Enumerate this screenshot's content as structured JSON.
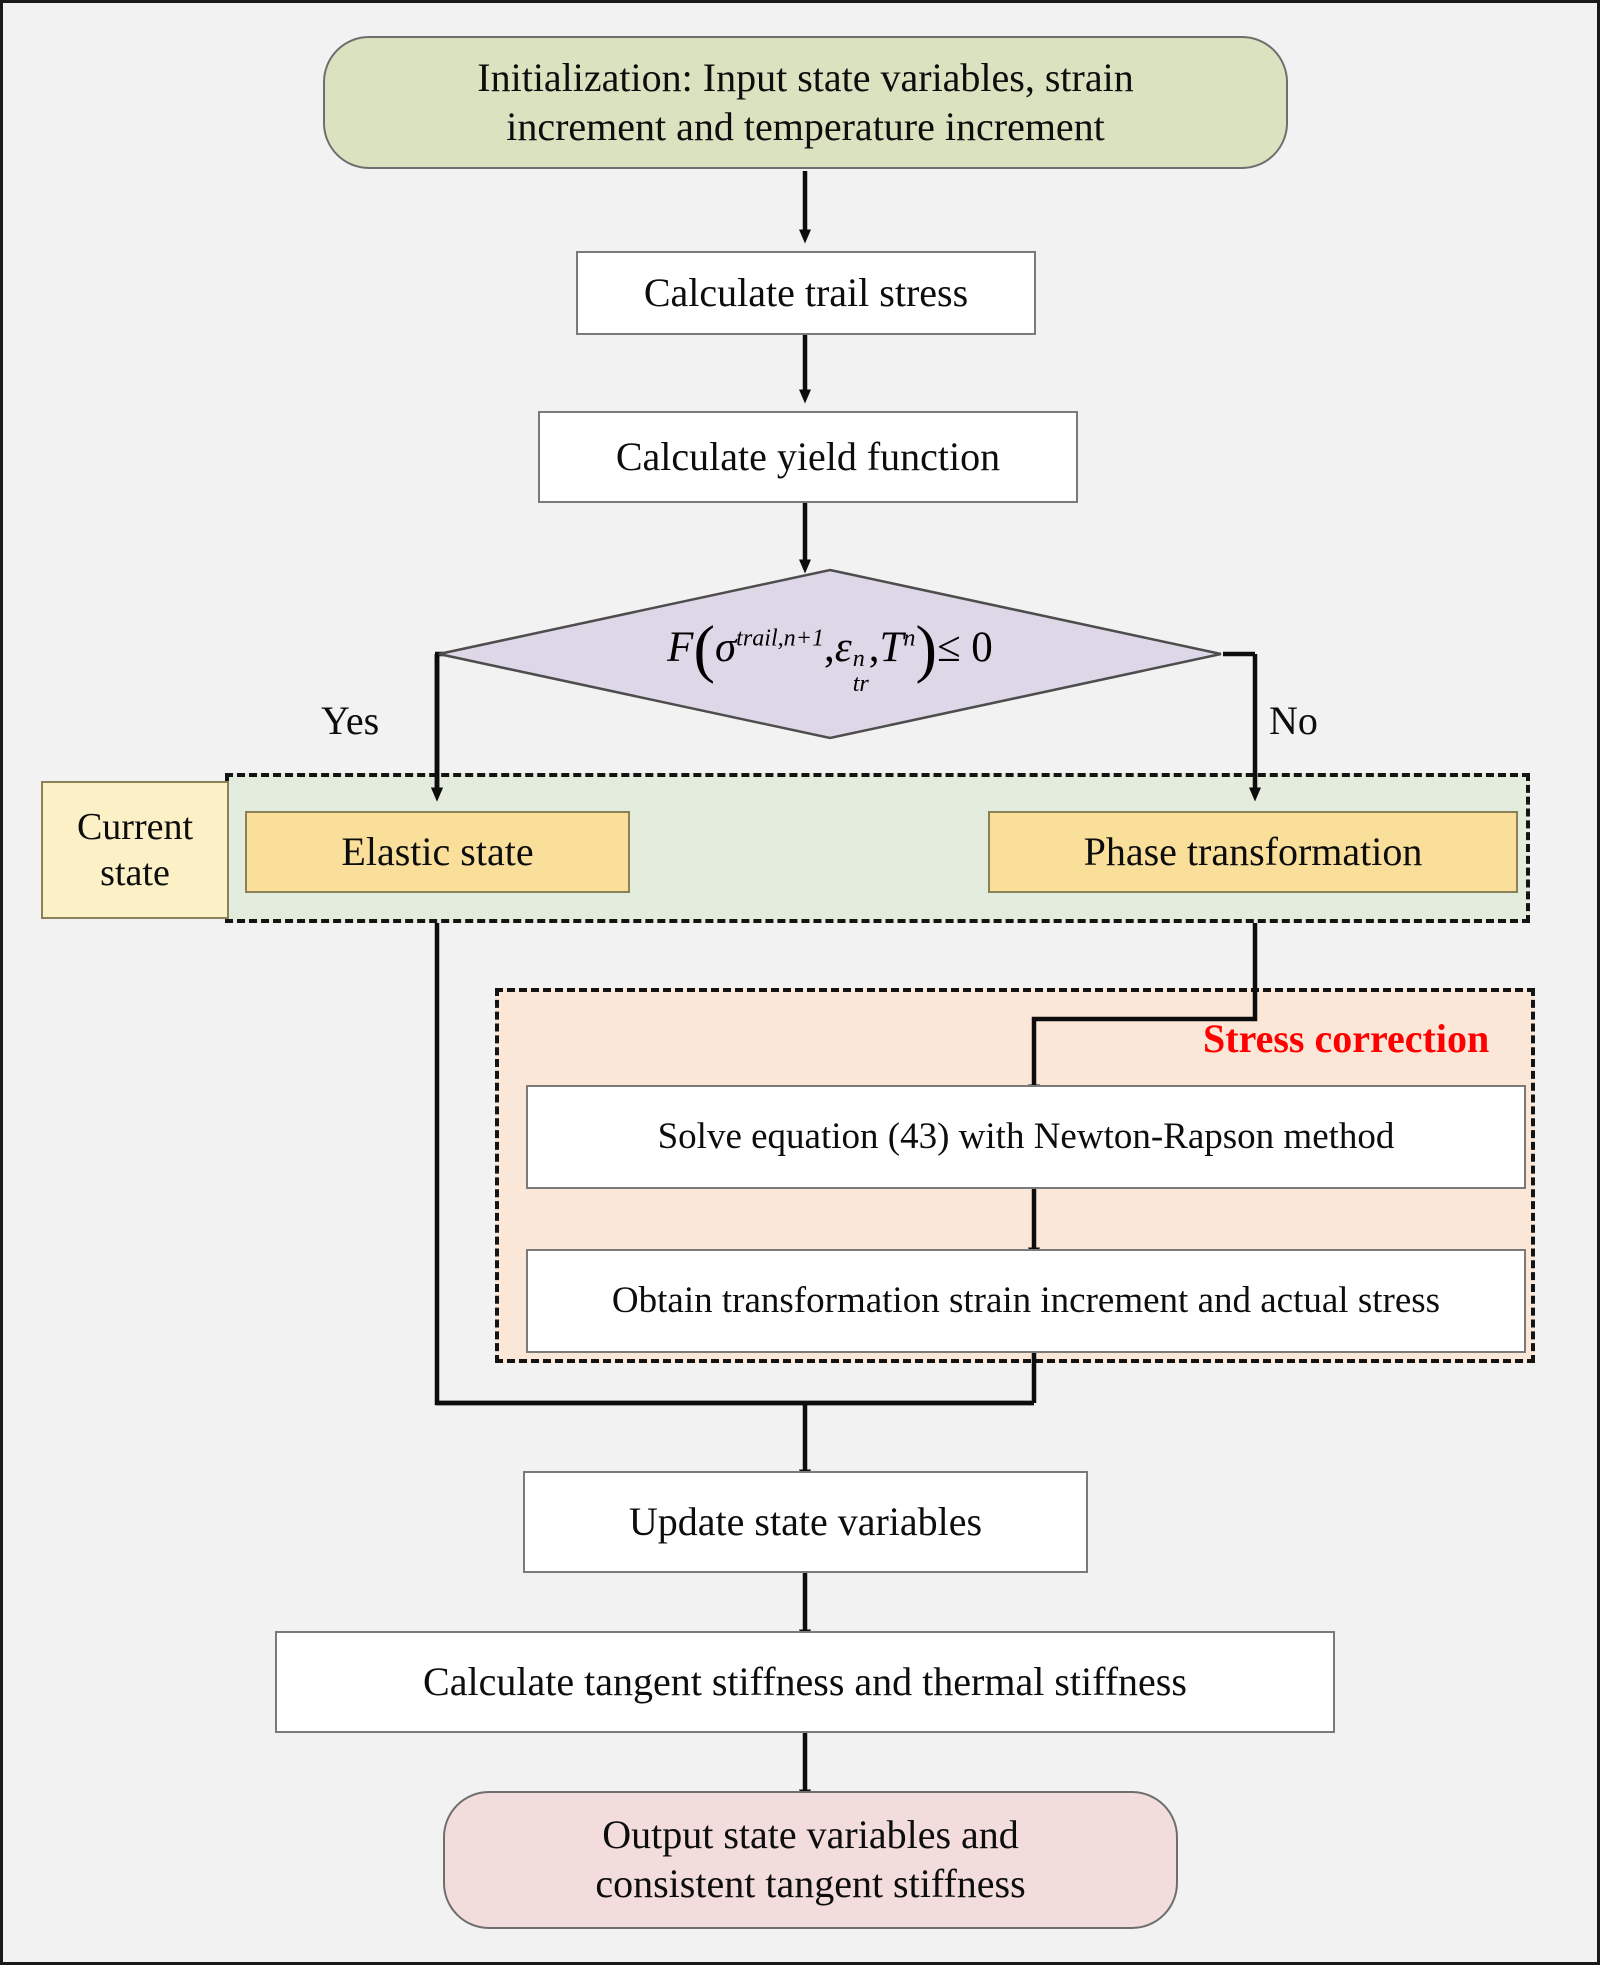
{
  "diagram": {
    "title_present": false,
    "type": "flowchart",
    "background": "#f2f2f2",
    "border_color": "#1a1a1a"
  },
  "nodes": {
    "start": {
      "label": "Initialization: Input state variables, strain increment and temperature increment",
      "line1": "Initialization: Input state variables, strain",
      "line2": "increment and temperature increment",
      "shape": "terminator",
      "fill": "#dbe2c0"
    },
    "trail_stress": {
      "label": "Calculate trail stress",
      "shape": "process",
      "fill": "#ffffff"
    },
    "yield_function": {
      "label": "Calculate yield function",
      "shape": "process",
      "fill": "#ffffff"
    },
    "decision": {
      "shape": "decision",
      "fill": "#ddd7e8",
      "formula_plain": "F(σ^{trail,n+1}, ε^n_tr, T^n) ≤ 0",
      "formula_parts": {
        "f": "F",
        "open_paren": "(",
        "sigma": "σ",
        "sigma_sup": "trail,n+1",
        "comma1": ",",
        "epsilon": "ε",
        "eps_sup": "n",
        "eps_sub": "tr",
        "comma2": ",",
        "t": "T",
        "t_sup": "n",
        "close_paren": ")",
        "relation": "≤ 0"
      }
    },
    "elastic_state": {
      "label": "Elastic state",
      "shape": "state",
      "fill": "#fadf9a"
    },
    "phase_transformation": {
      "label": "Phase transformation",
      "shape": "state",
      "fill": "#fadf9a"
    },
    "current_state": {
      "label": "Current state",
      "line1": "Current",
      "line2": "state",
      "shape": "legend",
      "fill": "#fcf0c6"
    },
    "solve_equation": {
      "label": "Solve equation (43) with Newton-Rapson method",
      "shape": "process",
      "fill": "#ffffff"
    },
    "obtain_strain": {
      "label": "Obtain transformation strain increment and actual stress",
      "shape": "process",
      "fill": "#ffffff"
    },
    "update_state": {
      "label": "Update state variables",
      "shape": "process",
      "fill": "#ffffff"
    },
    "calc_stiffness": {
      "label": "Calculate tangent stiffness and thermal stiffness",
      "shape": "process",
      "fill": "#ffffff"
    },
    "output": {
      "label": "Output state variables and consistent tangent stiffness",
      "line1": "Output state variables and",
      "line2": "consistent tangent stiffness",
      "shape": "terminator",
      "fill": "#f2dcdc"
    }
  },
  "groups": {
    "current_state_region": {
      "label": "",
      "fill": "#e4ecdd",
      "border_style": "dashed"
    },
    "stress_correction_region": {
      "label": "Stress correction",
      "label_color": "#ff0000",
      "fill": "#fbe7d8",
      "border_style": "dashed"
    }
  },
  "edge_labels": {
    "yes": "Yes",
    "no": "No"
  },
  "chart_data": {
    "type": "table",
    "title": "Return mapping algorithm flowchart",
    "flow_steps": [
      "Initialization: Input state variables, strain increment and temperature increment",
      "Calculate trail stress",
      "Calculate yield function",
      "F(σ^trail,n+1, ε^n_tr, T^n) ≤ 0 ?",
      "Yes → Elastic state",
      "No → Phase transformation",
      "Stress correction: Solve equation (43) with Newton-Rapson method",
      "Stress correction: Obtain transformation strain increment and actual stress",
      "Update state variables",
      "Calculate tangent stiffness and thermal stiffness",
      "Output state variables and consistent tangent stiffness"
    ]
  }
}
